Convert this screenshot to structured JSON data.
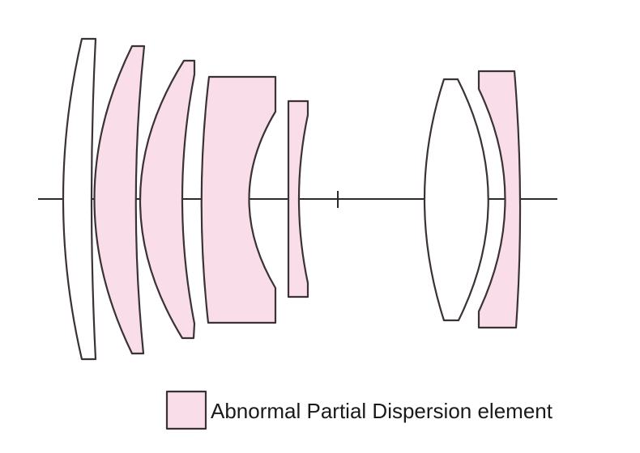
{
  "diagram": {
    "type": "optical-lens-cross-section",
    "elements": [
      {
        "index": 1,
        "kind": "meniscus",
        "apd": false
      },
      {
        "index": 2,
        "kind": "meniscus",
        "apd": true
      },
      {
        "index": 3,
        "kind": "meniscus",
        "apd": true
      },
      {
        "index": 4,
        "kind": "concave-rear",
        "apd": true
      },
      {
        "index": 5,
        "kind": "thin-negative",
        "apd": true
      },
      {
        "index": 6,
        "kind": "biconvex",
        "apd": false
      },
      {
        "index": 7,
        "kind": "meniscus",
        "apd": true
      }
    ],
    "colors": {
      "apd_fill": "#f9dde8",
      "normal_fill": "#ffffff",
      "stroke": "#3a3236"
    },
    "has_optical_axis": true,
    "has_stop_marker": true
  },
  "legend": {
    "label": "Abnormal Partial Dispersion element"
  }
}
